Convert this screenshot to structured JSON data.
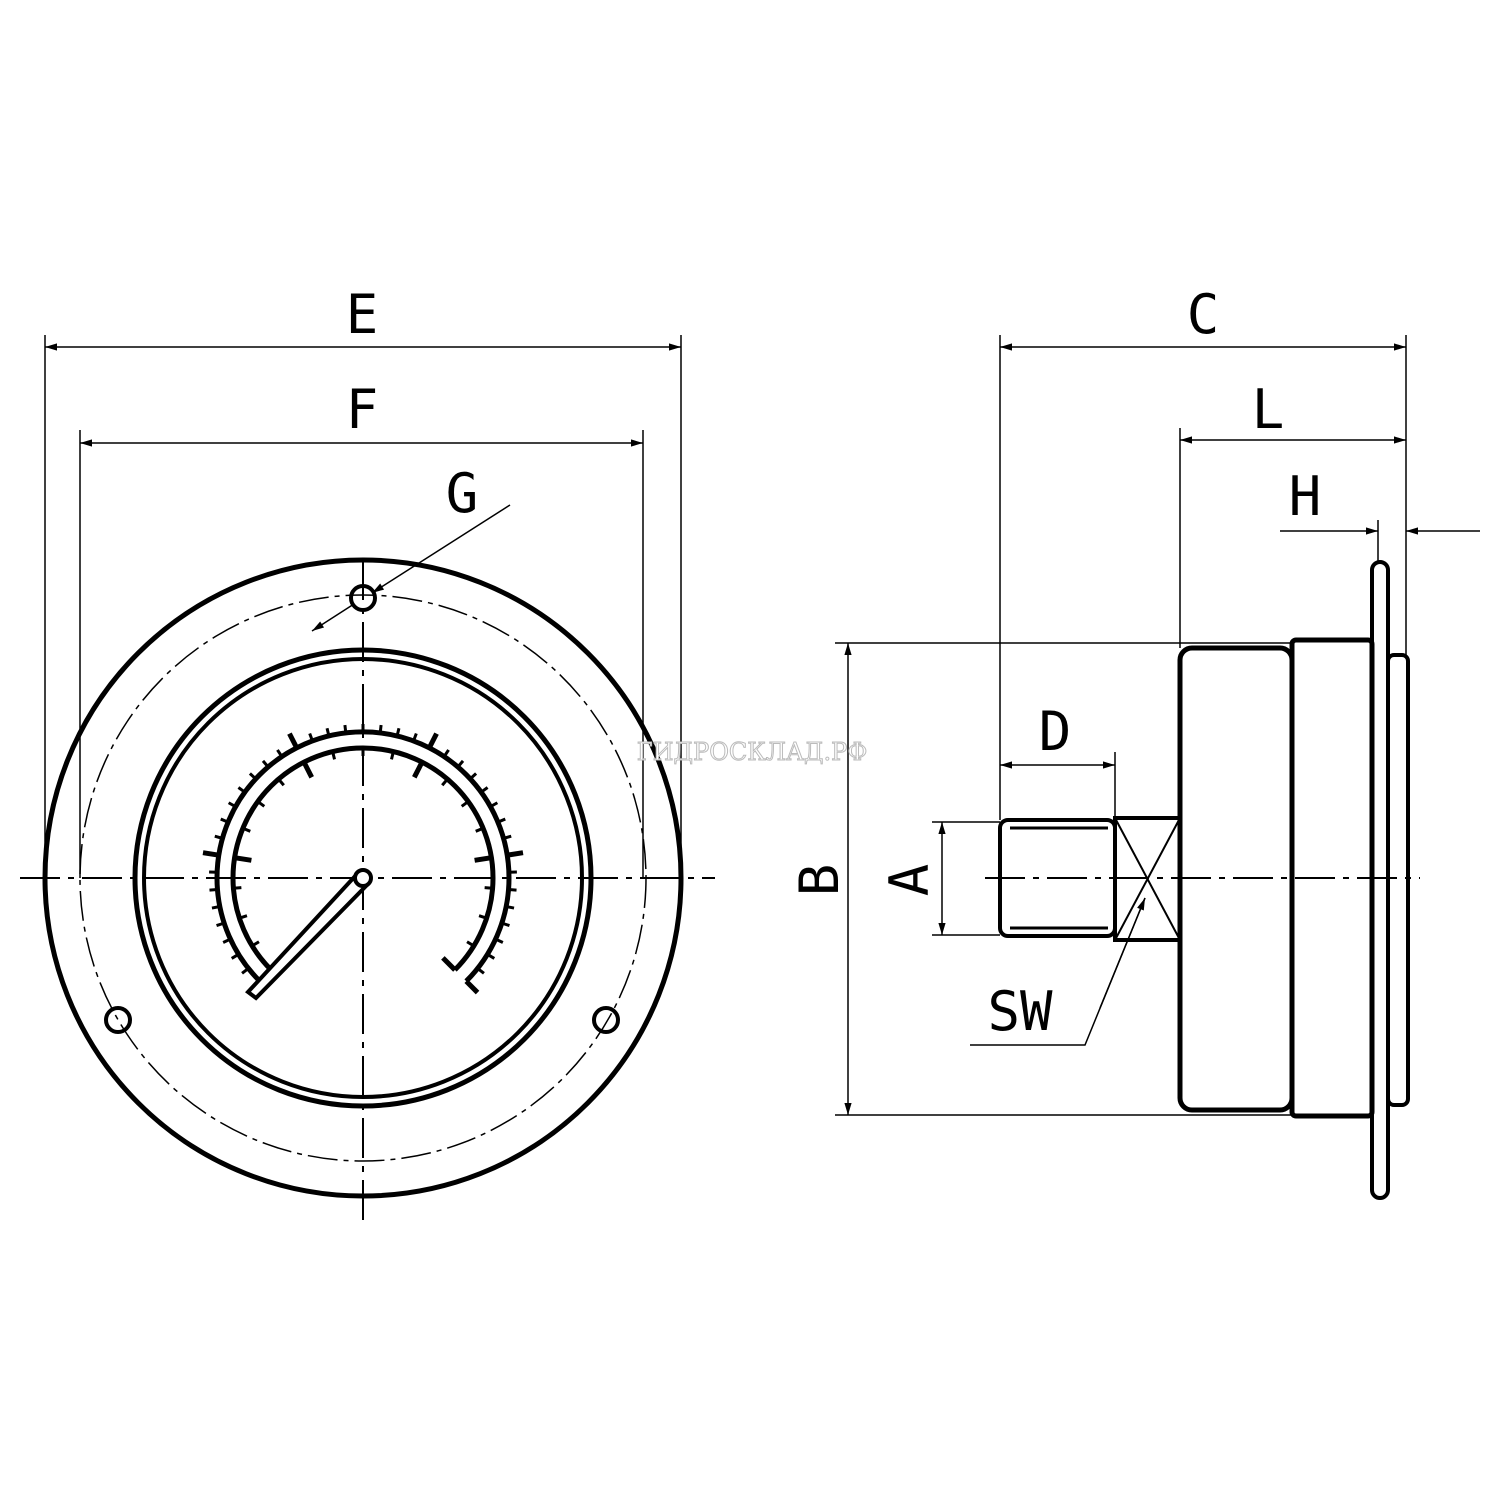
{
  "title": "Pressure gauge dimensional drawing",
  "labels": {
    "E": "E",
    "F": "F",
    "G": "G",
    "C": "C",
    "L": "L",
    "H": "H",
    "D": "D",
    "B": "B",
    "A": "A",
    "SW": "SW"
  },
  "watermark": "ГИДРОСКЛАД.РФ",
  "colors": {
    "line": "#000000",
    "background": "#ffffff"
  }
}
